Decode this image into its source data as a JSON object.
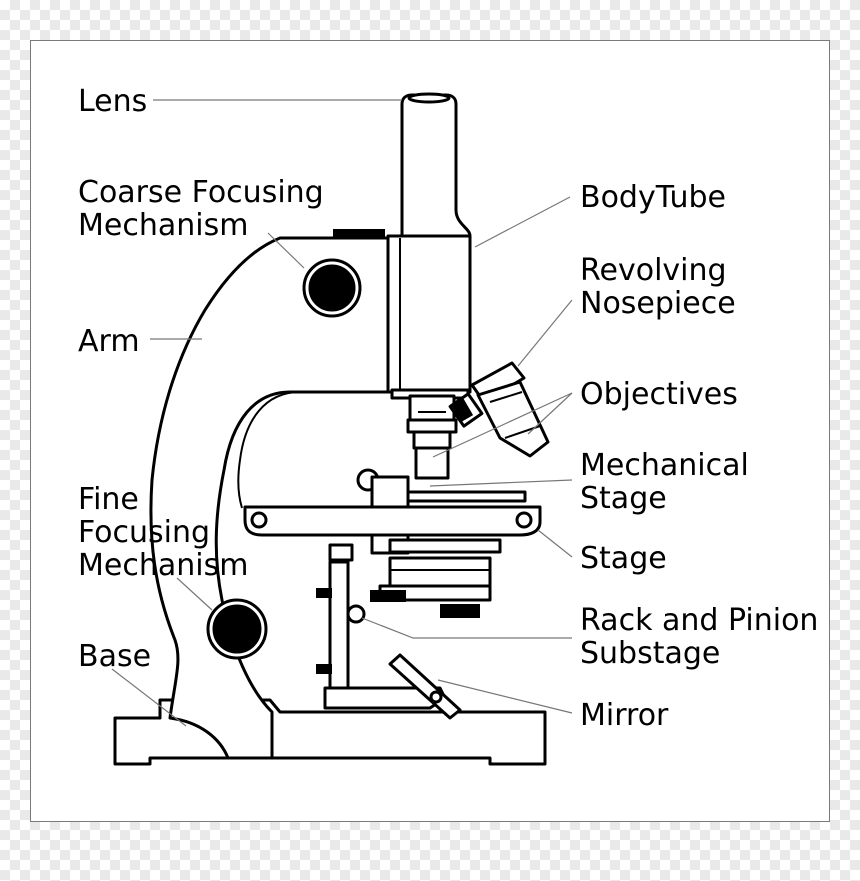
{
  "labels": {
    "lens": "Lens",
    "coarse_1": "Coarse Focusing",
    "coarse_2": "Mechanism",
    "arm": "Arm",
    "fine_1": "Fine",
    "fine_2": "Focusing",
    "fine_3": "Mechanism",
    "base": "Base",
    "body_tube": "BodyTube",
    "nosepiece_1": "Revolving",
    "nosepiece_2": "Nosepiece",
    "objectives": "Objectives",
    "mech_stage_1": "Mechanical",
    "mech_stage_2": "Stage",
    "stage": "Stage",
    "rack_1": "Rack and Pinion",
    "rack_2": "Substage",
    "mirror": "Mirror"
  }
}
